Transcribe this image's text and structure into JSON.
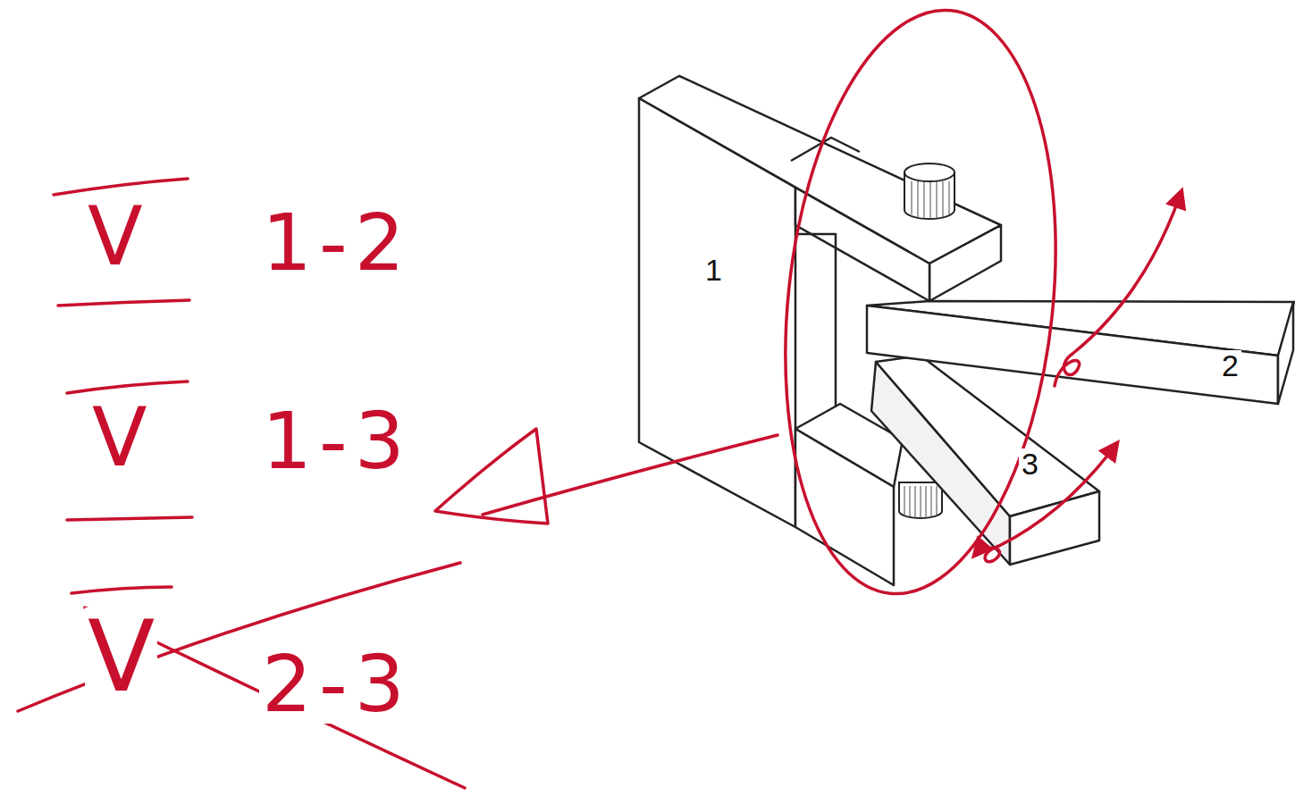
{
  "diagram": {
    "labels": [
      "V",
      "1-2",
      "V",
      "1-3",
      "V",
      "2-3",
      "1",
      "2",
      "3"
    ]
  }
}
